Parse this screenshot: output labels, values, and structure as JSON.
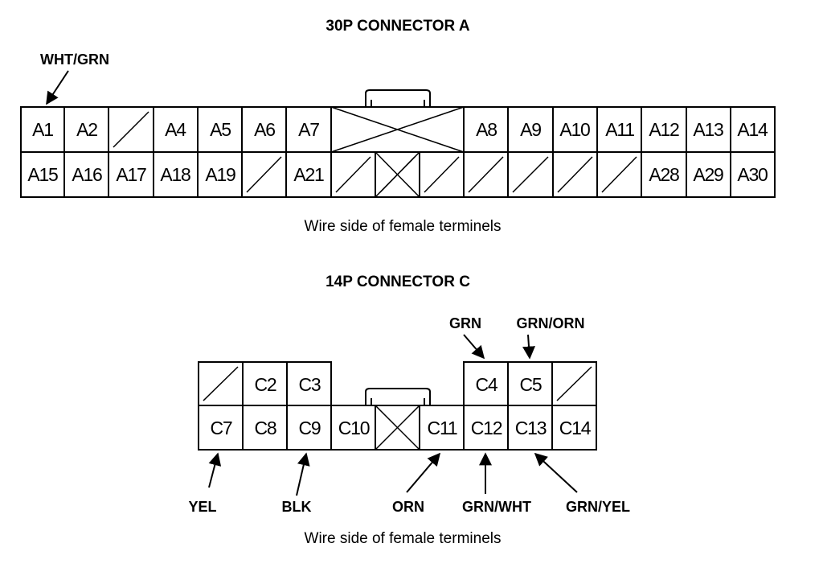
{
  "connector_a": {
    "title": "30P CONNECTOR A",
    "caption": "Wire side of female terminels",
    "wire_label": "WHT/GRN",
    "top_row": [
      "A1",
      "A2",
      "",
      "A4",
      "A5",
      "A6",
      "A7",
      "A8",
      "A9",
      "A10",
      "A11",
      "A12",
      "A13",
      "A14"
    ],
    "bottom_row": [
      "A15",
      "A16",
      "A17",
      "A18",
      "A19",
      "",
      "A21",
      "",
      "",
      "",
      "",
      "",
      "",
      "",
      "A28",
      "A29",
      "A30"
    ]
  },
  "connector_c": {
    "title": "14P CONNECTOR C",
    "caption": "Wire side of female terminels",
    "top_pins": [
      "",
      "C2",
      "C3",
      "C4",
      "C5",
      ""
    ],
    "bottom_pins": [
      "C7",
      "C8",
      "C9",
      "C10",
      "",
      "C11",
      "C12",
      "C13",
      "C14"
    ],
    "wire_labels": {
      "grn": "GRN",
      "grn_orn": "GRN/ORN",
      "yel": "YEL",
      "blk": "BLK",
      "orn": "ORN",
      "grn_wht": "GRN/WHT",
      "grn_yel": "GRN/YEL"
    }
  }
}
